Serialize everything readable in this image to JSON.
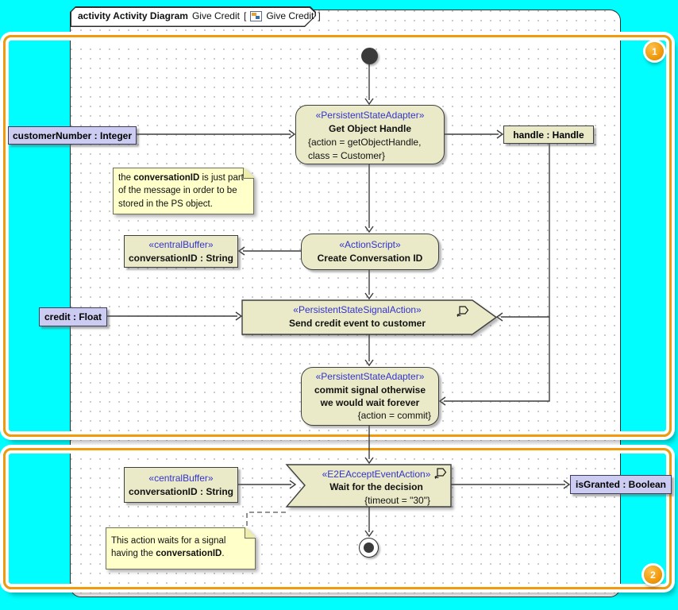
{
  "tab": {
    "bold_label": "activity Activity Diagram",
    "diagram_name": "Give Credit",
    "open_bracket": "[",
    "ref_name": "Give Credit",
    "close_bracket": "]"
  },
  "badges": {
    "region1": "1",
    "region2": "2"
  },
  "nodes": {
    "get_handle": {
      "stereotype": "«PersistentStateAdapter»",
      "name": "Get Object Handle",
      "prop1": "{action = getObjectHandle,",
      "prop2": "class = Customer}"
    },
    "create_id": {
      "stereotype": "«ActionScript»",
      "name": "Create Conversation ID"
    },
    "send_signal": {
      "stereotype": "«PersistentStateSignalAction»",
      "name": "Send credit event to customer"
    },
    "commit": {
      "stereotype": "«PersistentStateAdapter»",
      "name_line1": "commit signal otherwise",
      "name_line2": "we would wait forever",
      "prop": "{action = commit}"
    },
    "wait_decision": {
      "stereotype": "«E2EAcceptEventAction»",
      "name": "Wait for the decision",
      "prop": "{timeout = \"30\"}"
    },
    "buffer_top": {
      "stereotype": "«centralBuffer»",
      "name": "conversationID : String"
    },
    "buffer_bottom": {
      "stereotype": "«centralBuffer»",
      "name": "conversationID : String"
    },
    "pin_customer_number": {
      "label": "customerNumber : Integer"
    },
    "pin_handle": {
      "label": "handle : Handle"
    },
    "pin_credit": {
      "label": "credit : Float"
    },
    "pin_is_granted": {
      "label": "isGranted : Boolean"
    }
  },
  "notes": {
    "conversation_id": {
      "pre": "the ",
      "bold": "conversationID",
      "post": " is just part of the message in order to be stored in the PS object."
    },
    "wait_signal": {
      "pre": "This action waits for a signal having the ",
      "bold": "conversationID",
      "post": "."
    }
  },
  "icons": {
    "initial_node": "filled-circle",
    "final_node": "bullseye-circle",
    "send_signal_badge": "signal-pentagon-arrow",
    "accept_event_badge": "signal-pentagon-arrow",
    "diagram_ref": "activity-diagram-icon"
  },
  "colors": {
    "canvas": "#00fefe",
    "frame_bg": "#ffffff",
    "node_fill": "#eaeac9",
    "node_border": "#3f3f3f",
    "object_fill": "#ccccf2",
    "object_border": "#3c3c5a",
    "note_fill": "#ffffc9",
    "note_border": "#6e6e5e",
    "stereotype": "#3333cc",
    "line": "#3d3d3d",
    "highlight": "#f29a0c"
  }
}
